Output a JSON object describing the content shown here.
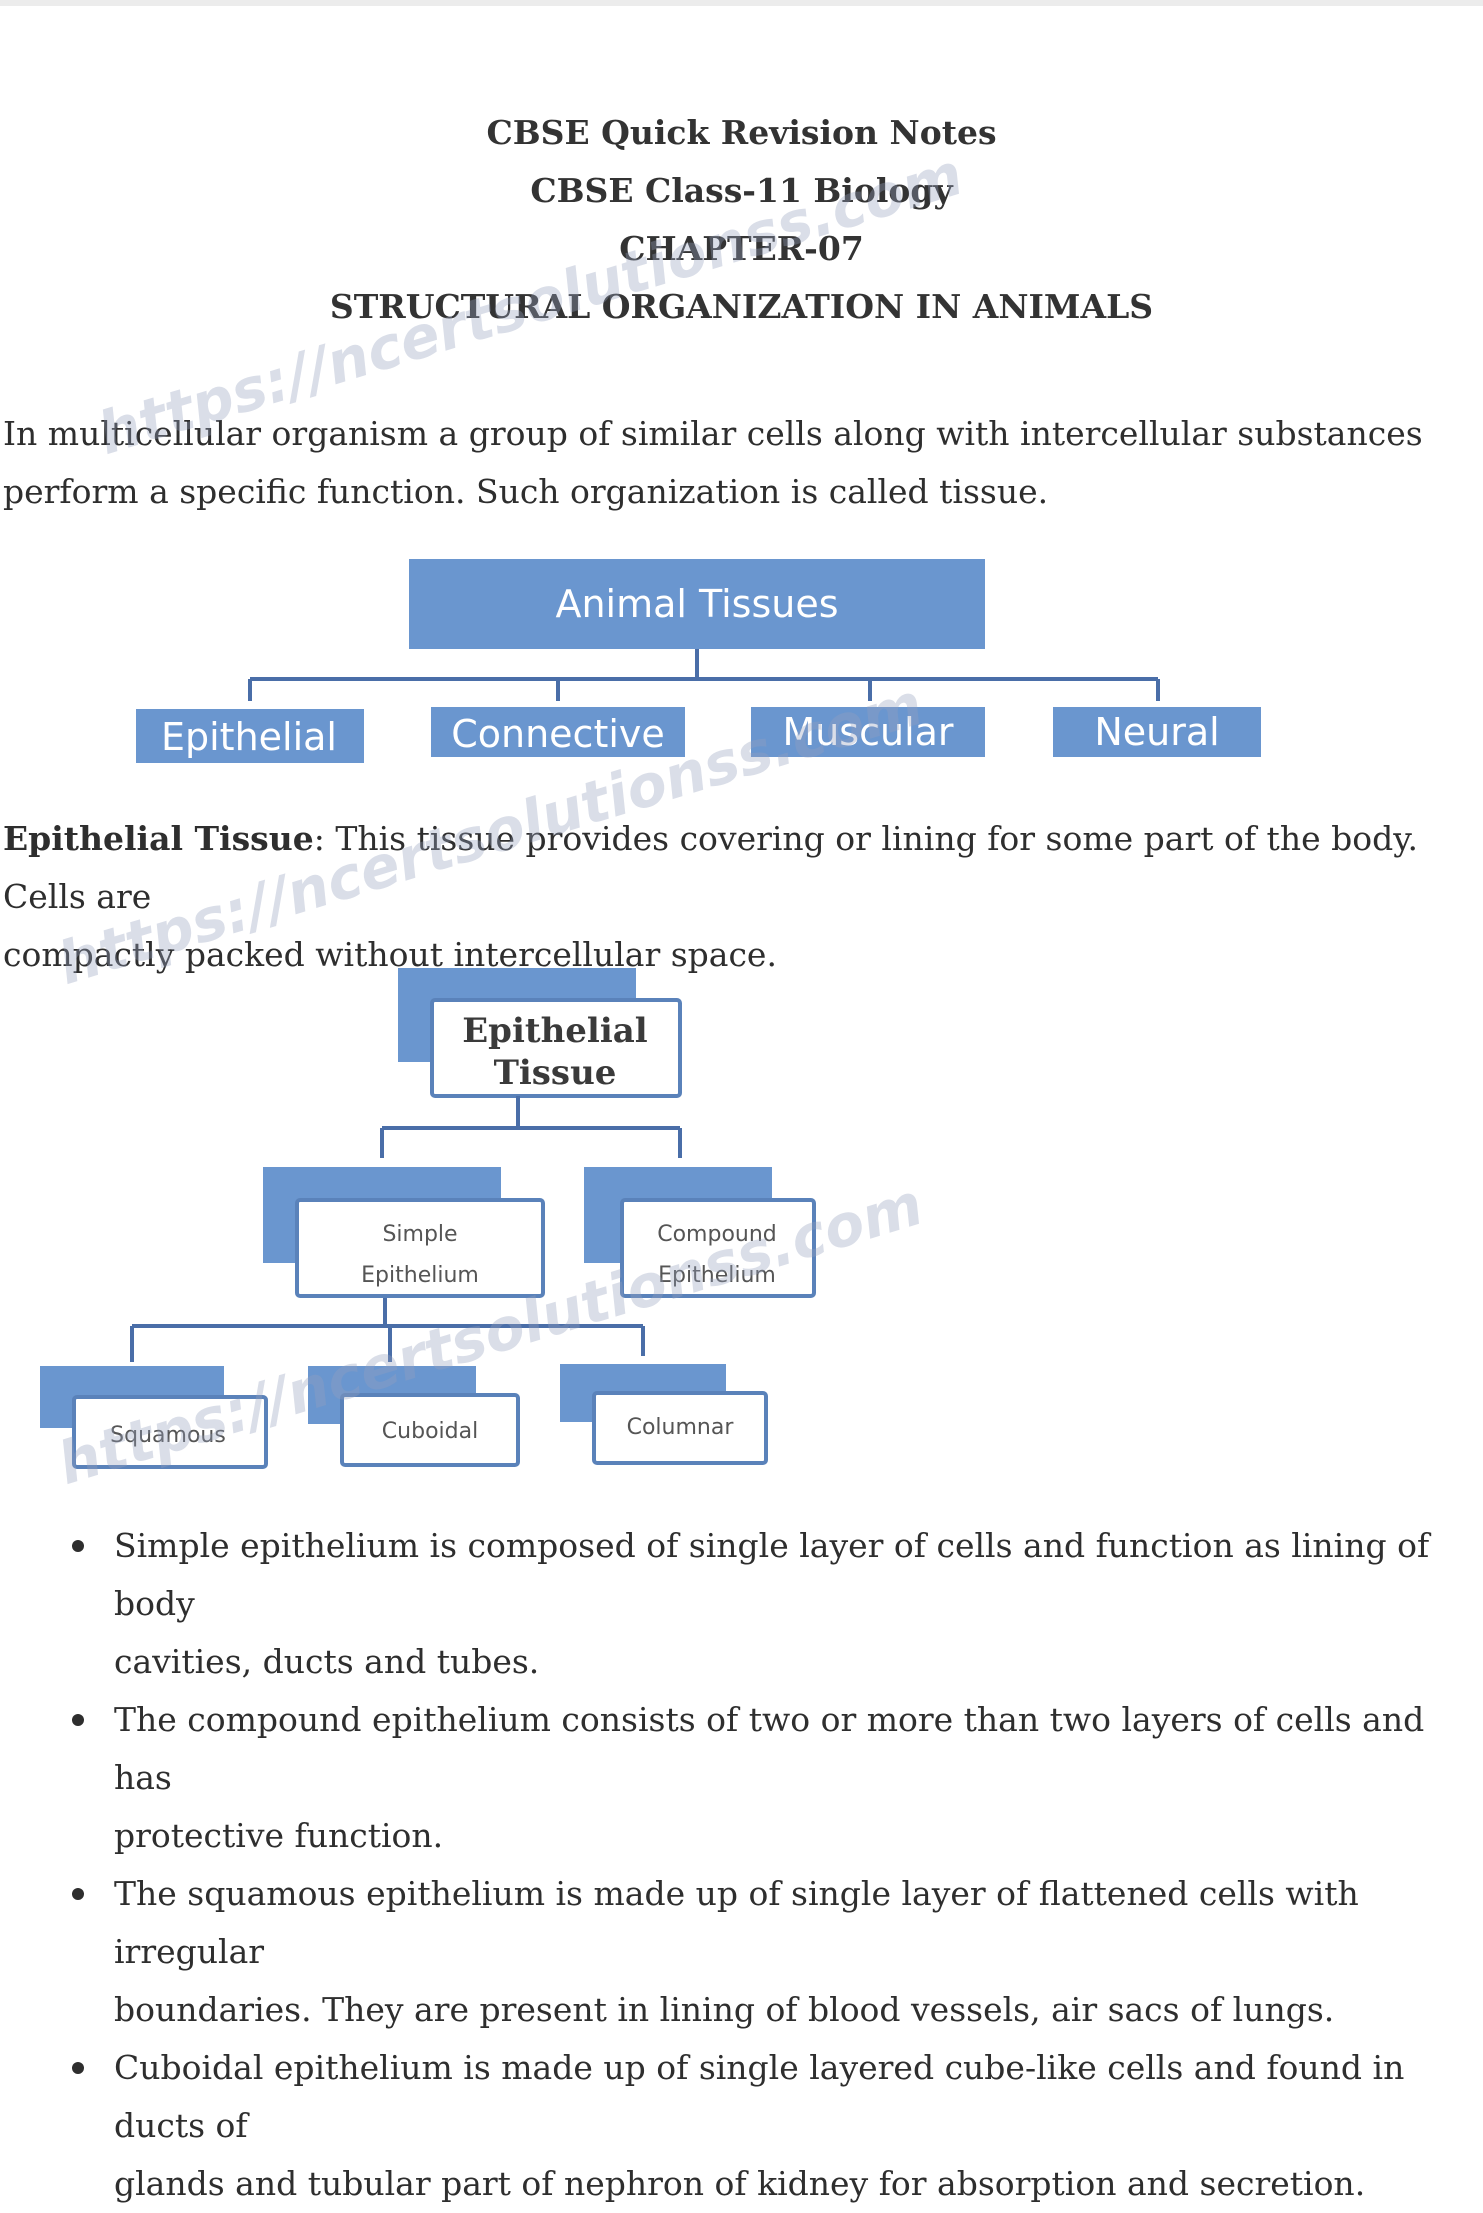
{
  "header": {
    "line1": "CBSE Quick Revision Notes",
    "line2": "CBSE Class-11 Biology",
    "line3": "CHAPTER-07",
    "line4": "STRUCTURAL ORGANIZATION IN ANIMALS"
  },
  "intro": {
    "line1": "In multicellular organism a group of similar cells along with intercellular substances",
    "line2": "perform a specific function. Such organization is called tissue."
  },
  "animal_tissues_diagram": {
    "root": "Animal Tissues",
    "children": [
      "Epithelial",
      "Connective",
      "Muscular",
      "Neural"
    ],
    "box_color": "#6a96cf",
    "text_color": "#ffffff"
  },
  "epithelial_paragraph": {
    "term": "Epithelial Tissue",
    "line1_rest": ": This tissue provides covering or lining for some part of the body. Cells are",
    "line2": "compactly packed without intercellular space."
  },
  "epithelial_diagram": {
    "root_line1": "Epithelial",
    "root_line2": "Tissue",
    "simple_line1": "Simple",
    "simple_line2": "Epithelium",
    "compound_line1": "Compound",
    "compound_line2": "Epithelium",
    "leaves": [
      "Squamous",
      "Cuboidal",
      "Columnar"
    ],
    "accent_color": "#6a96cf",
    "line_color": "#4a6ea8"
  },
  "bullets": [
    {
      "line1": "Simple epithelium is composed of single layer of cells and function as lining of body",
      "line2": "cavities, ducts and tubes."
    },
    {
      "line1": "The compound epithelium consists of two or more than two layers of cells and has",
      "line2": "protective function."
    },
    {
      "line1": "The squamous epithelium is made up of single layer of flattened cells with irregular",
      "line2": "boundaries. They are present in lining of blood vessels, air sacs of lungs."
    },
    {
      "line1": "Cuboidal epithelium is made up of single layered cube-like cells and found in ducts of",
      "line2": "glands and tubular part of nephron of kidney for absorption and secretion."
    }
  ],
  "watermark": {
    "text1": "https://ncertsolutionss.com",
    "text2": "https://ncertsolutionss.com",
    "text3": "https://ncertsolutionss.com"
  }
}
